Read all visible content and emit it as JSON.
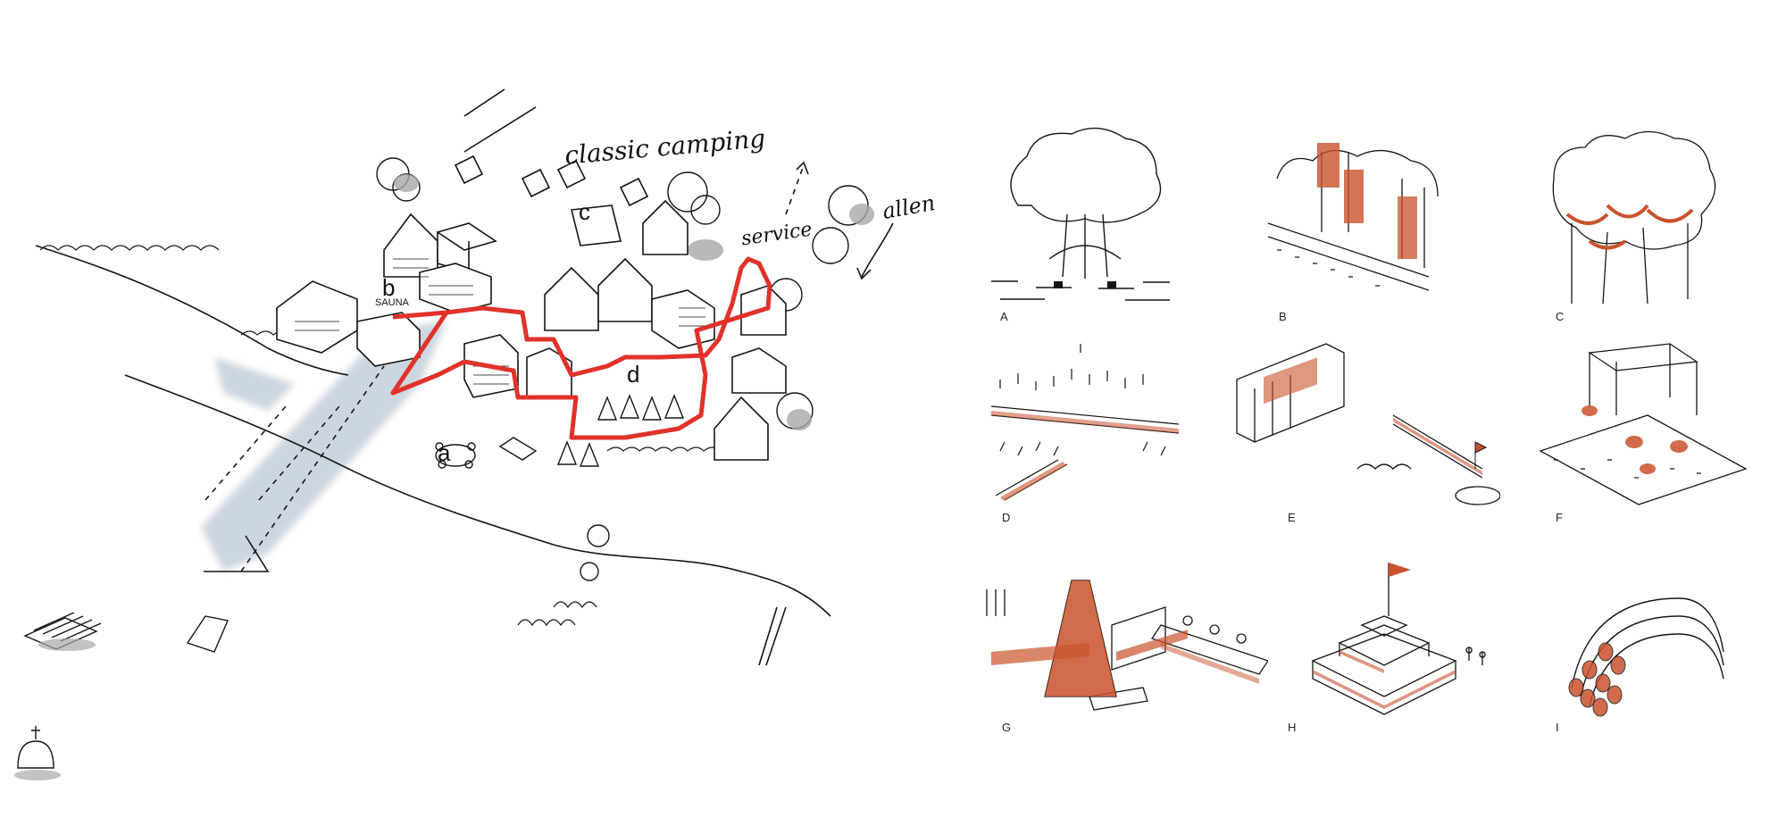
{
  "master_plan": {
    "annotations": {
      "classic_camping": "classic camping",
      "service": "service",
      "allen": "allen",
      "sauna": "SAUNA"
    },
    "zone_letters": [
      "a",
      "b",
      "c",
      "d"
    ]
  },
  "vignettes": [
    {
      "id": "A",
      "label": "A"
    },
    {
      "id": "B",
      "label": "B"
    },
    {
      "id": "C",
      "label": "C"
    },
    {
      "id": "D",
      "label": "D"
    },
    {
      "id": "E",
      "label": "E"
    },
    {
      "id": "F",
      "label": "F"
    },
    {
      "id": "G",
      "label": "G"
    },
    {
      "id": "H",
      "label": "H"
    },
    {
      "id": "I",
      "label": "I"
    }
  ],
  "colors": {
    "ink": "#151515",
    "path_red": "#e0322b",
    "accent_orange": "#c9522c",
    "wash_blue": "#8fa6bb",
    "shadow_gray": "#a8a8a8"
  }
}
